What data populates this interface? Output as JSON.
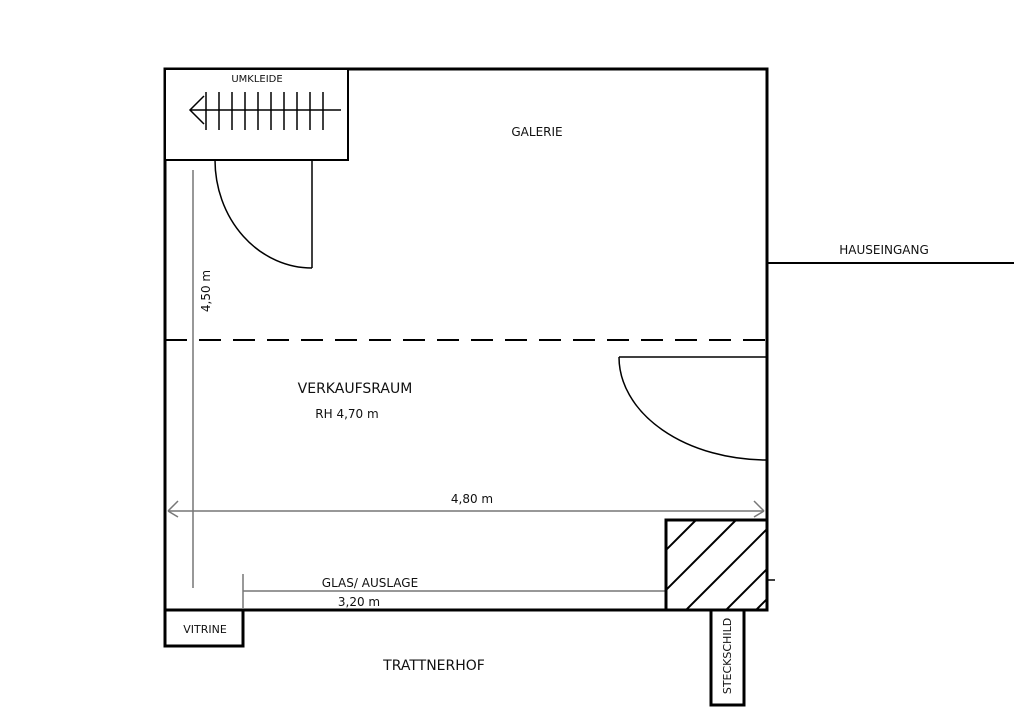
{
  "labels": {
    "umkleide": "UMKLEIDE",
    "galerie": "GALERIE",
    "hauseingang": "HAUSEINGANG",
    "height_dim": "4,50 m",
    "verkaufsraum": "VERKAUFSRAUM",
    "room_height": "RH 4,70 m",
    "width_dim": "4,80 m",
    "glas_auslage": "GLAS/ AUSLAGE",
    "glass_dim": "3,20 m",
    "vitrine": "VITRINE",
    "steckschild": "STECKSCHILD",
    "trattnerhof": "TRATTNERHOF"
  }
}
